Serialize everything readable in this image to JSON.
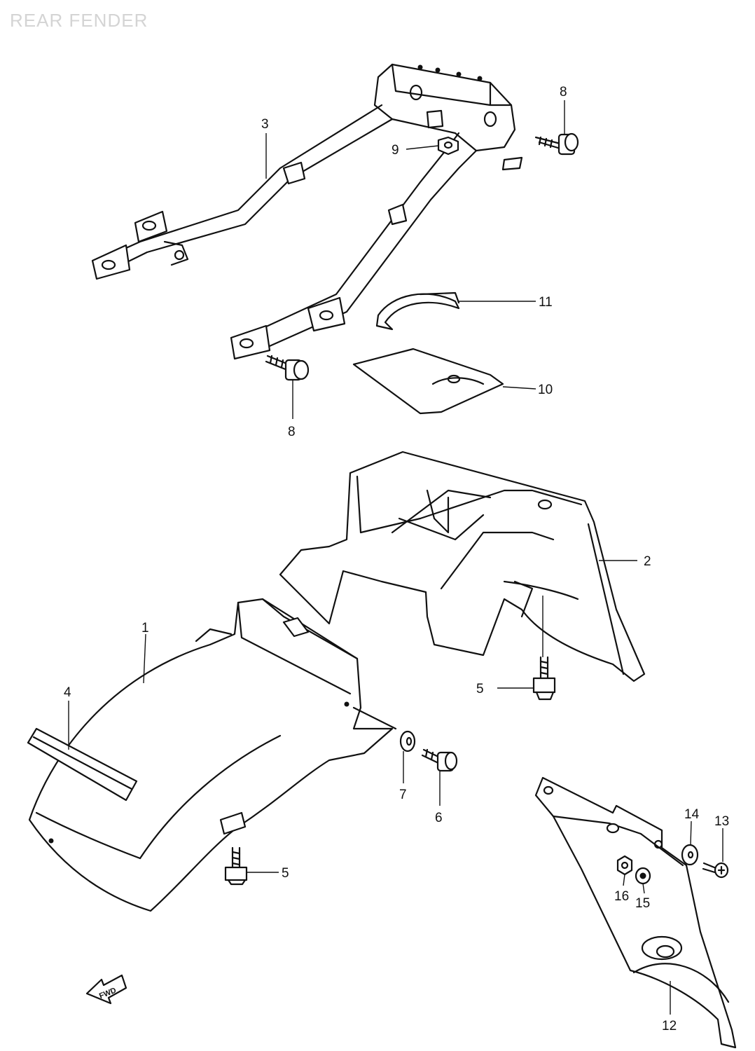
{
  "title": "REAR FENDER",
  "callouts": [
    {
      "id": "1",
      "label": "1"
    },
    {
      "id": "2",
      "label": "2"
    },
    {
      "id": "3",
      "label": "3"
    },
    {
      "id": "4",
      "label": "4"
    },
    {
      "id": "5a",
      "label": "5"
    },
    {
      "id": "5b",
      "label": "5"
    },
    {
      "id": "6",
      "label": "6"
    },
    {
      "id": "7",
      "label": "7"
    },
    {
      "id": "8a",
      "label": "8"
    },
    {
      "id": "8b",
      "label": "8"
    },
    {
      "id": "9",
      "label": "9"
    },
    {
      "id": "10",
      "label": "10"
    },
    {
      "id": "11",
      "label": "11"
    },
    {
      "id": "12",
      "label": "12"
    },
    {
      "id": "13",
      "label": "13"
    },
    {
      "id": "14",
      "label": "14"
    },
    {
      "id": "15",
      "label": "15"
    },
    {
      "id": "16",
      "label": "16"
    }
  ],
  "fwd_arrow": {
    "icon": "front-arrow-icon",
    "label": "FWD"
  }
}
